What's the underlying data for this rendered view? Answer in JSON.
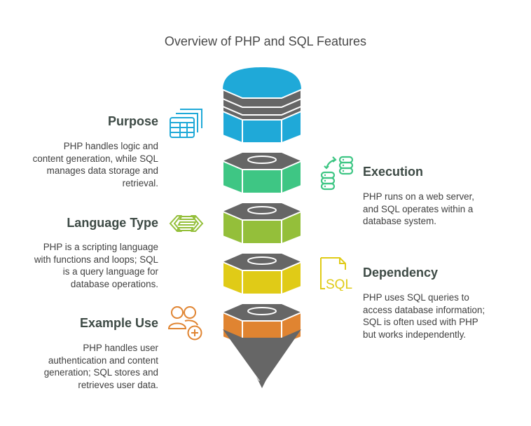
{
  "title": "Overview of PHP and SQL Features",
  "colors": {
    "blue": "#1fa9d8",
    "green": "#3ec684",
    "lime": "#94bf3a",
    "yellow": "#e0cb17",
    "orange": "#e08431",
    "gray": "#666666",
    "heading": "#3d4a45"
  },
  "items": [
    {
      "id": "purpose",
      "label": "Purpose",
      "side": "left",
      "color": "#1fa9d8",
      "icon": "table-stack-icon",
      "description": [
        "PHP handles logic and",
        "content generation, while SQL",
        "manages data storage and",
        "retrieval."
      ]
    },
    {
      "id": "execution",
      "label": "Execution",
      "side": "right",
      "color": "#3ec684",
      "icon": "database-sync-icon",
      "description": [
        "PHP runs on a web server,",
        "and SQL operates within a",
        "database system."
      ]
    },
    {
      "id": "language-type",
      "label": "Language Type",
      "side": "left",
      "color": "#94bf3a",
      "icon": "exchange-arrows-icon",
      "description": [
        "PHP is a scripting language",
        "with functions and loops; SQL",
        "is a query language for",
        "database operations."
      ]
    },
    {
      "id": "dependency",
      "label": "Dependency",
      "side": "right",
      "color": "#e0cb17",
      "icon": "sql-file-icon",
      "description": [
        "PHP uses SQL queries to",
        "access database information;",
        "SQL is often used with PHP",
        "but works independently."
      ]
    },
    {
      "id": "example-use",
      "label": "Example Use",
      "side": "left",
      "color": "#e08431",
      "icon": "add-users-icon",
      "description": [
        "PHP handles user",
        "authentication and content",
        "generation; SQL stores and",
        "retrieves user data."
      ]
    }
  ],
  "icon_text": {
    "sql": "SQL"
  }
}
